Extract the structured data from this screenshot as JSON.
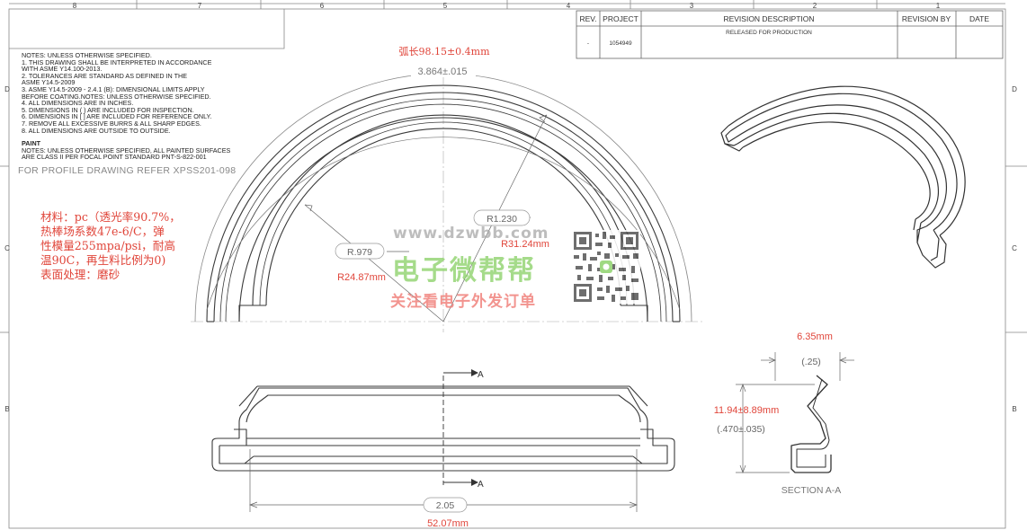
{
  "border": {
    "top_zones": [
      "8",
      "7",
      "6",
      "5",
      "4",
      "3",
      "2",
      "1"
    ],
    "side_zones": [
      "D",
      "C",
      "B"
    ]
  },
  "revision_block": {
    "headers": [
      "REV.",
      "PROJECT",
      "REVISION DESCRIPTION",
      "REVISION BY",
      "DATE"
    ],
    "row": {
      "rev": "-",
      "project": "1054949",
      "description": "RELEASED FOR PRODUCTION",
      "by": "",
      "date": ""
    }
  },
  "notes": {
    "lines": [
      "NOTES: UNLESS OTHERWISE SPECIFIED.",
      "1. THIS DRAWING SHALL BE INTERPRETED IN ACCORDANCE",
      "    WITH ASME Y14.100-2013.",
      "2. TOLERANCES ARE STANDARD AS DEFINED IN THE",
      "    ASME Y14.5-2009",
      "3. ASME Y14.5-2009 - 2.4.1 (b): DIMENSIONAL LIMITS APPLY",
      "    BEFORE COATING.NOTES: UNLESS OTHERWISE SPECIFIED.",
      "4. ALL DIMENSIONS ARE IN INCHES.",
      "5. DIMENSIONS IN ( ) ARE INCLUDED FOR INSPECTION.",
      "6. DIMENSIONS IN [ ] ARE INCLUDED FOR REFERENCE ONLY.",
      "7. REMOVE ALL EXCESSIVE BURRS & ALL SHARP EDGES.",
      "8. ALL DIMENSIONS ARE OUTSIDE TO OUTSIDE."
    ],
    "paint_title": "PAINT",
    "paint_lines": [
      "NOTES: UNLESS OTHERWISE SPECIFIED, ALL PAINTED SURFACES",
      "ARE CLASS II PER FOCAL POINT STANDARD PNT-S-822-001"
    ]
  },
  "profile_ref": "FOR PROFILE DRAWING REFER XPSS201-098",
  "material_note": {
    "lines": [
      "材料：pc（透光率90.7%，",
      "热棒场系数47e-6/C，弹",
      "性模量255mpa/psi，耐高",
      "温90C，再生料比例为0)",
      "表面处理：磨砂"
    ]
  },
  "dimensions": {
    "arc_length_mm": "弧长98.15±0.4mm",
    "arc_length_in": "3.864±.015",
    "r_outer_in": "R1.230",
    "r_outer_mm": "R31.24mm",
    "r_inner_in": "R.979",
    "r_inner_mm": "R24.87mm",
    "width_in": "2.05",
    "width_mm": "52.07mm",
    "section_width_mm": "6.35mm",
    "section_width_in": "(.25)",
    "section_height_mm": "11.94±8.89mm",
    "section_height_in": "(.470±.035)",
    "section_label": "A",
    "section_title": "SECTION A-A"
  },
  "watermark": {
    "url": "www.dzwbb.com",
    "name": "电子微帮帮",
    "slogan": "关注看电子外发订单"
  },
  "colors": {
    "line": "#3a3a3a",
    "thin": "#6a6a6a",
    "dimension_red": "#e0453a"
  }
}
